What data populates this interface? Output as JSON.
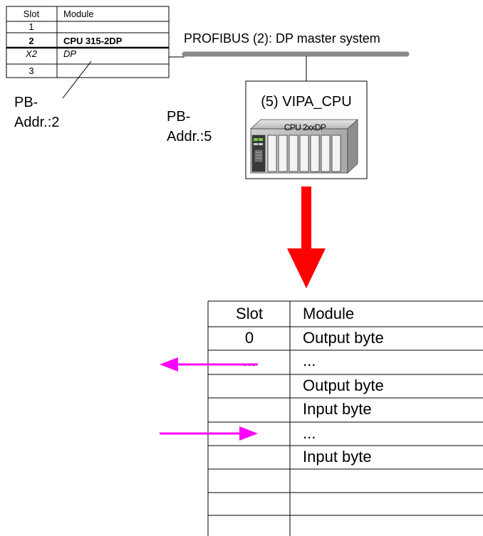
{
  "master_table": {
    "headers": [
      "Slot",
      "Module"
    ],
    "rows": [
      {
        "slot": "1",
        "module": "",
        "style": "normal"
      },
      {
        "slot": "2",
        "module": "CPU 315-2DP",
        "style": "bold"
      },
      {
        "slot": "X2",
        "module": "DP",
        "style": "italic"
      },
      {
        "slot": "3",
        "module": "",
        "style": "normal"
      }
    ]
  },
  "bus": {
    "label": "PROFIBUS (2): DP master system",
    "color": "#888888"
  },
  "master_address": {
    "line1": "PB-",
    "line2": "Addr.:2"
  },
  "slave_address": {
    "line1": "PB-",
    "line2": "Addr.:5"
  },
  "slave_device": {
    "title": "(5) VIPA_CPU",
    "module_label": "CPU 2xxDP",
    "icon": "plc-rack-icon"
  },
  "flow_arrow": {
    "icon": "down-arrow-icon",
    "color": "#ff0000"
  },
  "io_arrows": {
    "color": "#ff00ff",
    "output_icon": "left-arrow-icon",
    "input_icon": "right-arrow-icon"
  },
  "slave_table": {
    "headers": [
      "Slot",
      "Module"
    ],
    "rows": [
      {
        "slot": "0",
        "module": "Output byte"
      },
      {
        "slot": "...",
        "module": "..."
      },
      {
        "slot": "",
        "module": "Output byte"
      },
      {
        "slot": "",
        "module": "Input byte"
      },
      {
        "slot": "",
        "module": "..."
      },
      {
        "slot": "",
        "module": "Input byte"
      },
      {
        "slot": "",
        "module": ""
      },
      {
        "slot": "",
        "module": ""
      },
      {
        "slot": "",
        "module": ""
      }
    ]
  }
}
